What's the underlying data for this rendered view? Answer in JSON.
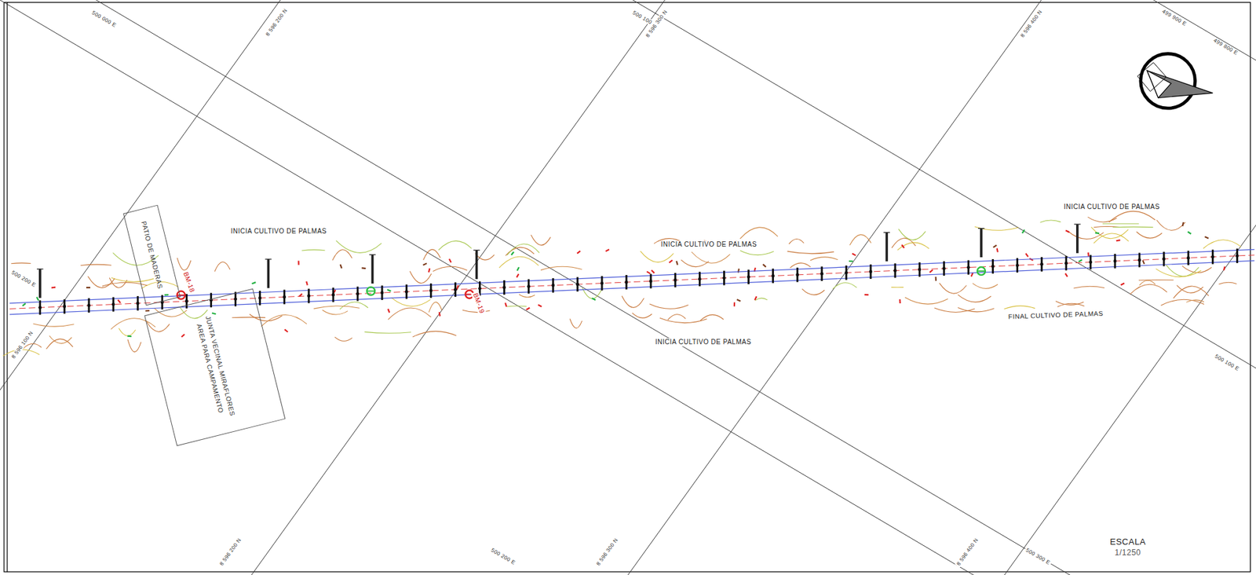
{
  "diagram": {
    "nodes": [
      {
        "text": [
          "PATIO DE MADERAS"
        ]
      },
      {
        "text": [
          "JUNTA VECINAL MIRAFLORES AREA PARA CAMPAMENTO"
        ]
      }
    ],
    "labels": [
      "INICIA CULTIVO DE PALMAS",
      "INICIA CULTIVO DE PALMAS",
      "INICIA CULTIVO DE PALMAS",
      "INICIA CULTIVO DE PALMAS",
      "FINAL CULTIVO DE PALMAS",
      "BM-18",
      "BM-19",
      "ESCALA",
      "1/1250",
      "500 000 E",
      "8 596 200 N",
      "500 100 E",
      "8 596 300 N",
      "8 596 400 N",
      "499 900 E",
      "499 800 E",
      "500 200 E",
      "8 596 100 N",
      "500 100 E",
      "500 200 E",
      "8 596 200 N",
      "8 596 300 N",
      "8 596 400 N",
      "500 300 E"
    ]
  }
}
